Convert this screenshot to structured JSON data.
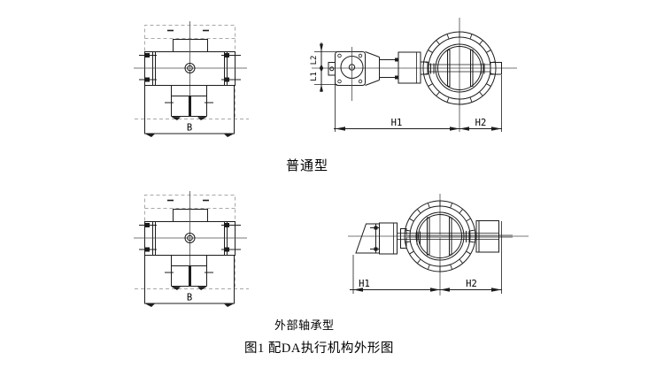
{
  "labels": {
    "normal_type": "普通型",
    "external_bearing_type": "外部轴承型",
    "figure_caption": "图1 配DA执行机构外形图"
  },
  "dim_labels": {
    "b": "B",
    "h1": "H1",
    "h2": "H2",
    "l1": "L1",
    "l2": "L2"
  },
  "colors": {
    "line": "#1c1c1c",
    "centerline": "#4a4a4a",
    "dashed_outline": "#a8a8a8",
    "shaft_gray": "#8f8f8f",
    "text": "#000000",
    "background": "#ffffff"
  }
}
